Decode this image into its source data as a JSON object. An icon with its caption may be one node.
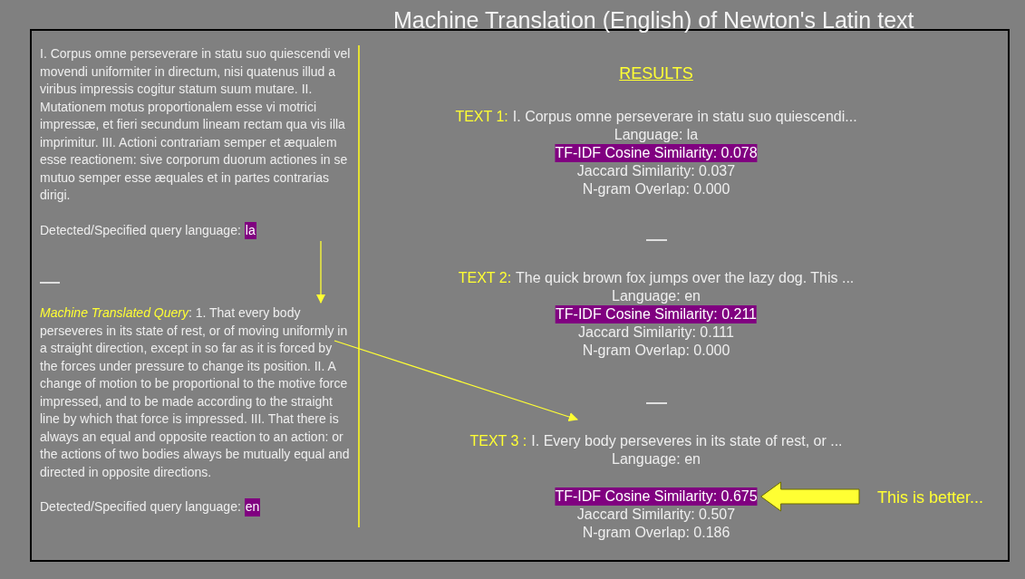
{
  "diagram": {
    "title": "Machine Translation (English) of Newton's Latin text",
    "nodes": [
      {
        "text": [
          "I. Corpus omne perseverare in statu suo quiescendi vel movendi uniformiter in directum, nisi quatenus illud a viribus impressis cogitur statum suum mutare. II. Mutationem motus proportionalem esse vi motrici impressæ, et fieri secundum lineam rectam qua vis illa imprimitur. III. Actioni contrariam semper et æqualem esse reactionem: sive corporum duorum actiones in se mutuo semper esse æquales et in partes contrarias dirigi.",
          "Detected/Specified query language:",
          "la"
        ]
      },
      {
        "text": [
          "*Machine Translated Query*: 1. That every body perseveres in its state of rest, or of moving uniformly in a straight direction, except in so far as it is forced by the forces under pressure to change its position. II. A change of motion to be proportional to the motive force impressed, and to be made according to the straight line by which that force is impressed. III. That there is always an equal and opposite reaction to an action: or the actions of two bodies always be mutually equal and directed in opposite directions.",
          "Detected/Specified query language:",
          "en"
        ]
      },
      {
        "text": [
          "TEXT 1:",
          "I. Corpus omne perseverare in statu suo quiescendi...",
          "Language: la",
          "TF-IDF Cosine Similarity: 0.078",
          "Jaccard Similarity: 0.037",
          "N-gram Overlap: 0.000"
        ]
      },
      {
        "text": [
          "TEXT 2:",
          "The quick brown fox jumps over the lazy dog. This ...",
          "Language: en",
          "TF-IDF Cosine Similarity: 0.211",
          "Jaccard Similarity: 0.111",
          "N-gram Overlap: 0.000"
        ]
      },
      {
        "text": [
          "TEXT 3 :",
          "I. Every body perseveres in its state of rest, or ...",
          "Language: en",
          "Jaccard Similarity: 0.507",
          "N-gram Overlap: 0.186"
        ]
      },
      {
        "text": [
          "TF-IDF Cosine Similarity: 0.675"
        ],
        "in": 4
      },
      {
        "text": [
          "This is better..."
        ]
      }
    ],
    "edges": [
      {
        "from": 0,
        "to": 1,
        "arrow": "to"
      },
      {
        "from": 1,
        "to": 4,
        "arrow": "to"
      },
      {
        "from": 6,
        "to": 5,
        "arrow": "to",
        "style": "thick"
      }
    ],
    "labels": [
      "RESULTS"
    ]
  }
}
